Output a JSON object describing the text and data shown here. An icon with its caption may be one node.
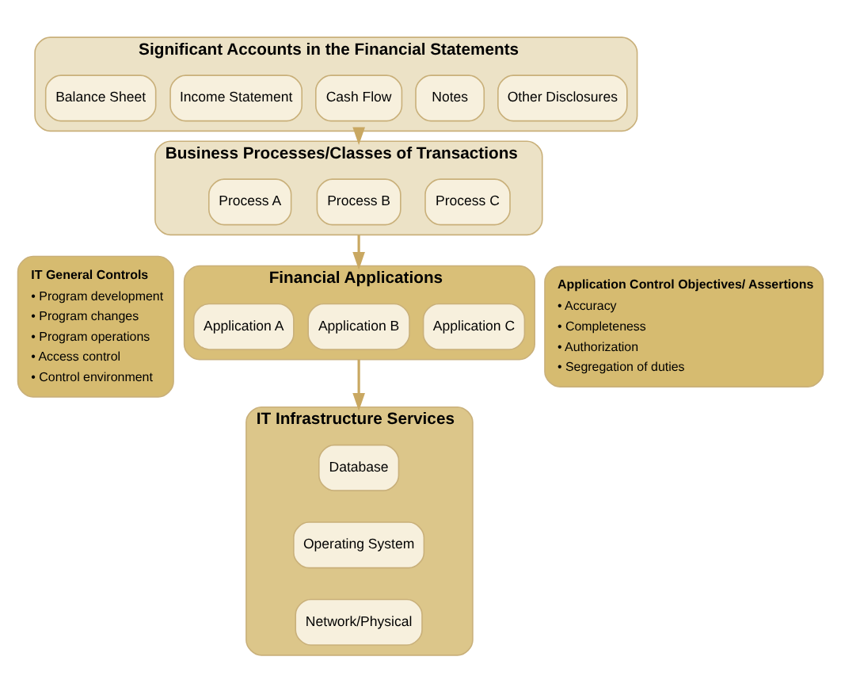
{
  "diagram": {
    "nodes": [
      {
        "text": [
          "Significant Accounts in the Financial Statements"
        ]
      },
      {
        "text": [
          "Balance Sheet"
        ],
        "in": 0
      },
      {
        "text": [
          "Income Statement"
        ],
        "in": 0
      },
      {
        "text": [
          "Cash Flow"
        ],
        "in": 0
      },
      {
        "text": [
          "Notes"
        ],
        "in": 0
      },
      {
        "text": [
          "Other Disclosures"
        ],
        "in": 0
      },
      {
        "text": [
          "Business Processes/Classes of Transactions"
        ]
      },
      {
        "text": [
          "Process A"
        ],
        "in": 6
      },
      {
        "text": [
          "Process B"
        ],
        "in": 6
      },
      {
        "text": [
          "Process C"
        ],
        "in": 6
      },
      {
        "text": [
          "Financial Applications"
        ]
      },
      {
        "text": [
          "Application A"
        ],
        "in": 10
      },
      {
        "text": [
          "Application B"
        ],
        "in": 10
      },
      {
        "text": [
          "Application C"
        ],
        "in": 10
      },
      {
        "text": [
          "IT Infrastructure Services"
        ]
      },
      {
        "text": [
          "Database"
        ],
        "in": 14
      },
      {
        "text": [
          "Operating System"
        ],
        "in": 14
      },
      {
        "text": [
          "Network/Physical"
        ],
        "in": 14
      },
      {
        "text": [
          "IT General Controls",
          "• Program development",
          "• Program changes",
          "• Program operations",
          "• Access control",
          "• Control environment"
        ]
      },
      {
        "text": [
          "Application Control Objectives/ Assertions",
          "• Accuracy",
          "• Completeness",
          "• Authorization",
          "• Segregation of duties"
        ]
      }
    ],
    "edges": [
      {
        "from": 0,
        "to": 6,
        "arrow": "to"
      },
      {
        "from": 6,
        "to": 10,
        "arrow": "to"
      },
      {
        "from": 10,
        "to": 14,
        "arrow": "to"
      }
    ]
  }
}
